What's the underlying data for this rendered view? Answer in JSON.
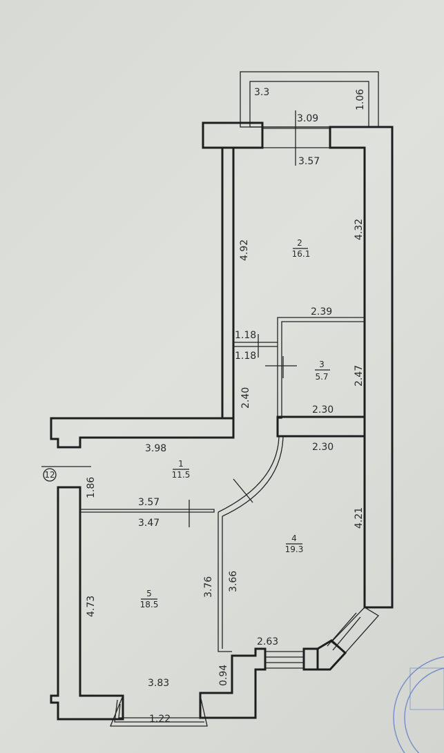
{
  "plan": {
    "balcony": {
      "width": "3.3",
      "depth": "1.06"
    },
    "axis_marker": "12",
    "rooms": [
      {
        "id": "room-1",
        "number": "1",
        "area": "11.5"
      },
      {
        "id": "room-2",
        "number": "2",
        "area": "16.1"
      },
      {
        "id": "room-3",
        "number": "3",
        "area": "5.7"
      },
      {
        "id": "room-4",
        "number": "4",
        "area": "19.3"
      },
      {
        "id": "room-5",
        "number": "5",
        "area": "18.5"
      }
    ],
    "dimensions": [
      "3.09",
      "3.57",
      "4.92",
      "4.32",
      "2.39",
      "1.18",
      "1.18",
      "2.47",
      "2.40",
      "2.30",
      "2.30",
      "3.98",
      "1.86",
      "3.57",
      "3.47",
      "4.21",
      "3.76",
      "3.66",
      "4.73",
      "2.63",
      "0.94",
      "3.83",
      "1.22"
    ]
  },
  "colors": {
    "paper": "#dcded9",
    "ink": "#1e1e1e",
    "stamp": "#5a7bc4"
  }
}
